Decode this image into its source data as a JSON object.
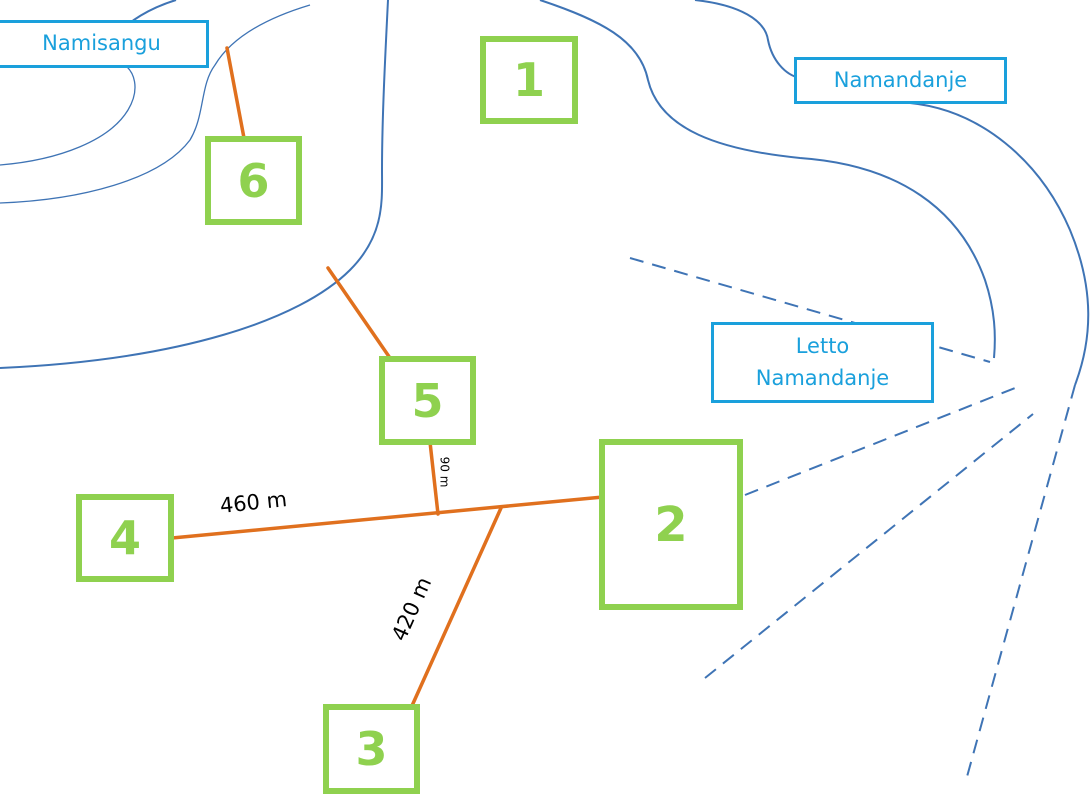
{
  "colors": {
    "river": "#3f74b5",
    "road": "#e0701e",
    "site_box": "#8fd14f",
    "place_label": "#1aa0dc",
    "background": "#ffffff"
  },
  "places": {
    "namisangu": "Namisangu",
    "namandanje": "Namandanje",
    "letto_namandanje": "Letto\nNamandanje"
  },
  "sites": {
    "s1": "1",
    "s2": "2",
    "s3": "3",
    "s4": "4",
    "s5": "5",
    "s6": "6"
  },
  "distances": {
    "d460": "460 m",
    "d420": "420 m",
    "d90": "90 m"
  }
}
